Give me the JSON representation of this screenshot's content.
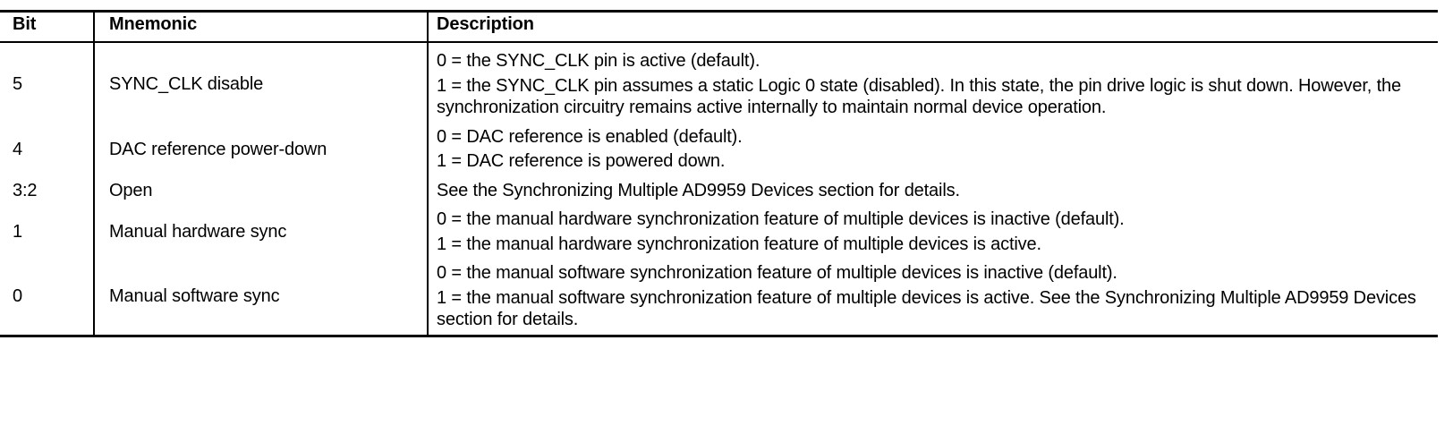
{
  "table": {
    "name": "register-bit-description-table",
    "columns": [
      "Bit",
      "Mnemonic",
      "Description"
    ],
    "rows": [
      {
        "bit": "5",
        "mnemonic": "SYNC_CLK disable",
        "description": [
          "0 = the SYNC_CLK pin is active (default).",
          "1 = the SYNC_CLK pin assumes a static Logic 0 state (disabled). In this state, the pin drive logic is shut down. However, the synchronization circuitry remains active internally to maintain normal device operation."
        ]
      },
      {
        "bit": "4",
        "mnemonic": "DAC reference power-down",
        "description": [
          "0 = DAC reference is enabled (default).",
          "1 = DAC reference is powered down."
        ]
      },
      {
        "bit": "3:2",
        "mnemonic": "Open",
        "description": [
          "See the Synchronizing Multiple AD9959 Devices section for details."
        ]
      },
      {
        "bit": "1",
        "mnemonic": "Manual hardware sync",
        "description": [
          "0 = the manual hardware synchronization feature of multiple devices is inactive (default).",
          "1 = the manual hardware synchronization feature of multiple devices is active."
        ]
      },
      {
        "bit": "0",
        "mnemonic": "Manual software sync",
        "description": [
          "0 = the manual software synchronization feature of multiple devices is inactive (default).",
          "1 = the manual software synchronization feature of multiple devices is active. See the Synchronizing Multiple AD9959 Devices section for details."
        ]
      }
    ]
  }
}
